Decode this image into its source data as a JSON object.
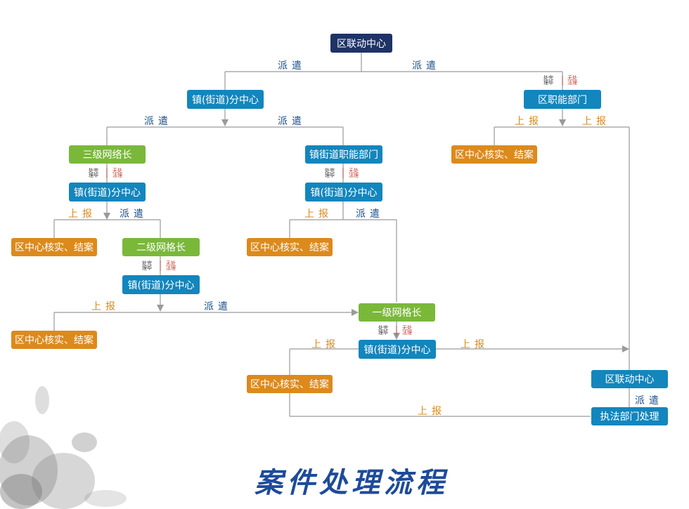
{
  "title": "案件处理流程",
  "nodes": {
    "district_center_top": "区联动中心",
    "town_subcenter_1": "镇(街道)分中心",
    "district_dept": "区职能部门",
    "grid_level3": "三级网络长",
    "town_dept": "镇街道职能部门",
    "district_verify_1": "区中心核实、结案",
    "town_subcenter_2": "镇(街道)分中心",
    "town_subcenter_3": "镇(街道)分中心",
    "district_verify_2": "区中心核实、结案",
    "grid_level2": "二级网格长",
    "district_verify_3": "区中心核实、结案",
    "town_subcenter_4": "镇(街道)分中心",
    "grid_level1": "一级网格长",
    "district_verify_4": "区中心核实、结案",
    "town_subcenter_5": "镇(街道)分中心",
    "district_verify_5": "区中心核实、结案",
    "district_center_bottom": "区联动中心",
    "enforcement": "执法部门处理"
  },
  "labels": {
    "dispatch": "派遣",
    "report": "上报",
    "done_a": "处完",
    "done_b": "理毕",
    "unable_a": "无处",
    "unable_b": "法理"
  },
  "colors": {
    "navy": "#1e3366",
    "blue": "#1286bd",
    "green": "#7ab83a",
    "orange": "#dc8a1c",
    "line": "#9a9a9a"
  }
}
